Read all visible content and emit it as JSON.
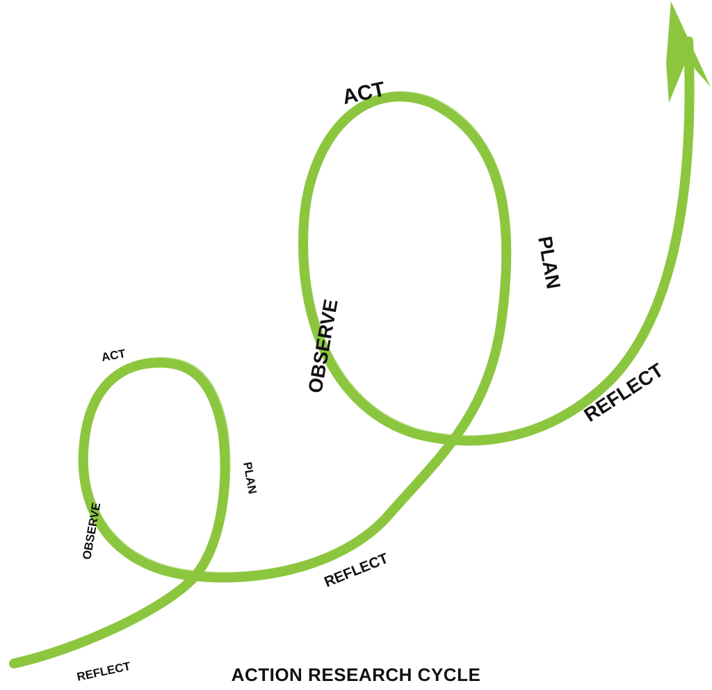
{
  "colors": {
    "stroke": "#8cc63f",
    "text": "#111111"
  },
  "title": "ACTION RESEARCH CYCLE",
  "cycles": [
    {
      "labels": {
        "act": "ACT",
        "plan": "PLAN",
        "observe": "OBSERVE",
        "reflect": "REFLECT"
      }
    },
    {
      "labels": {
        "act": "ACT",
        "plan": "PLAN",
        "observe": "OBSERVE",
        "reflect": "REFLECT"
      }
    }
  ],
  "final_label": "REFLECT"
}
